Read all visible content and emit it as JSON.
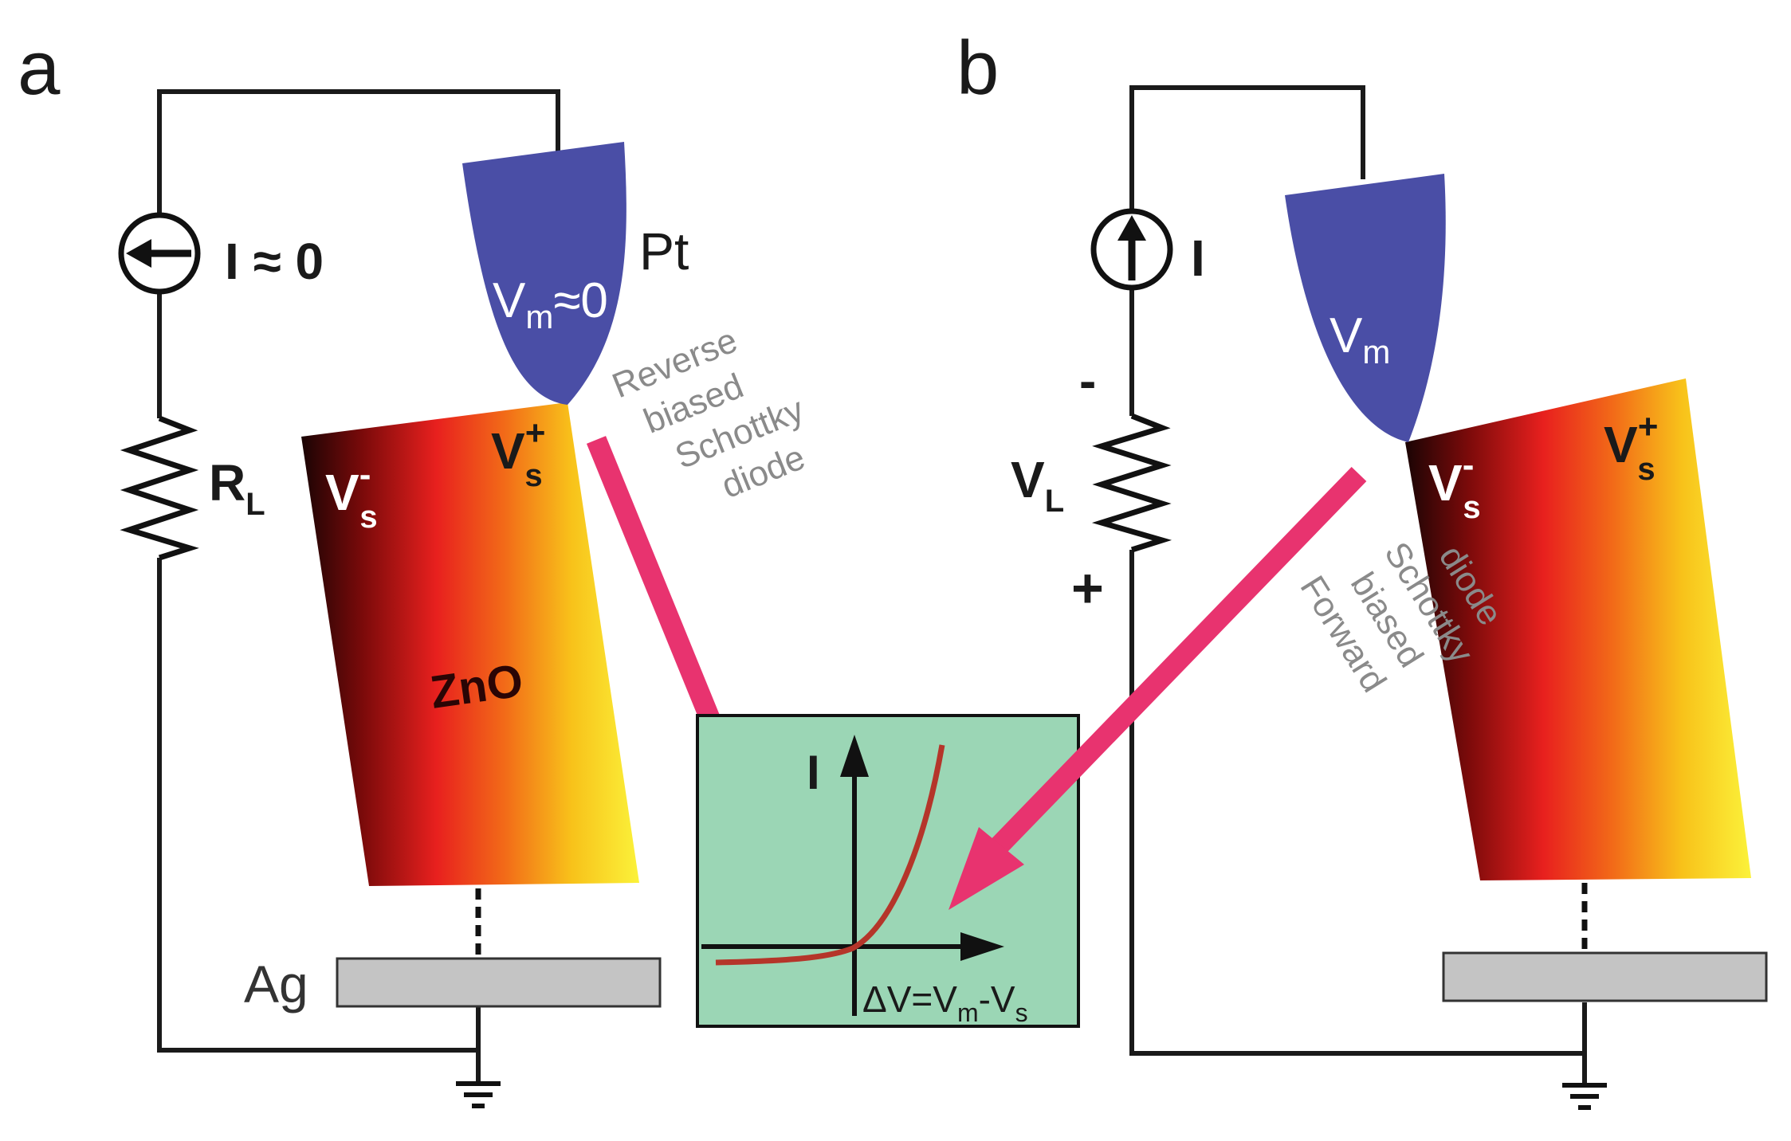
{
  "panel_a": {
    "label": "a",
    "current_label": "I ≈ 0",
    "resistor_label": "R",
    "resistor_sub": "L",
    "tip_label": "Pt",
    "tip_voltage": "V",
    "tip_voltage_sub": "m",
    "tip_voltage_suffix": "≈0",
    "vs_minus": "V",
    "vs_minus_sup": "-",
    "vs_minus_sub": "s",
    "vs_plus": "V",
    "vs_plus_sup": "+",
    "vs_plus_sub": "s",
    "wire_label": "ZnO",
    "electrode_label": "Ag",
    "note_lines": [
      "Reverse",
      "biased",
      "Schottky",
      "diode"
    ]
  },
  "panel_b": {
    "label": "b",
    "current_label": "I",
    "load_label": "V",
    "load_sub": "L",
    "minus_sign": "-",
    "plus_sign": "+",
    "tip_voltage": "V",
    "tip_voltage_sub": "m",
    "vs_minus": "V",
    "vs_minus_sup": "-",
    "vs_minus_sub": "s",
    "vs_plus": "V",
    "vs_plus_sup": "+",
    "vs_plus_sub": "s",
    "note_lines": [
      "Forward",
      "biased",
      "Schottky",
      "diode"
    ]
  },
  "inset": {
    "y_label": "I",
    "x_label_main": "ΔV=V",
    "x_label_sub1": "m",
    "x_label_mid": "-V",
    "x_label_sub2": "s"
  },
  "colors": {
    "tip_blue": "#4a4ea6",
    "arrow_pink": "#e8336f",
    "inset_bg": "#9bd6b5",
    "curve_red": "#b5352a",
    "electrode_grey": "#c4c4c4"
  }
}
